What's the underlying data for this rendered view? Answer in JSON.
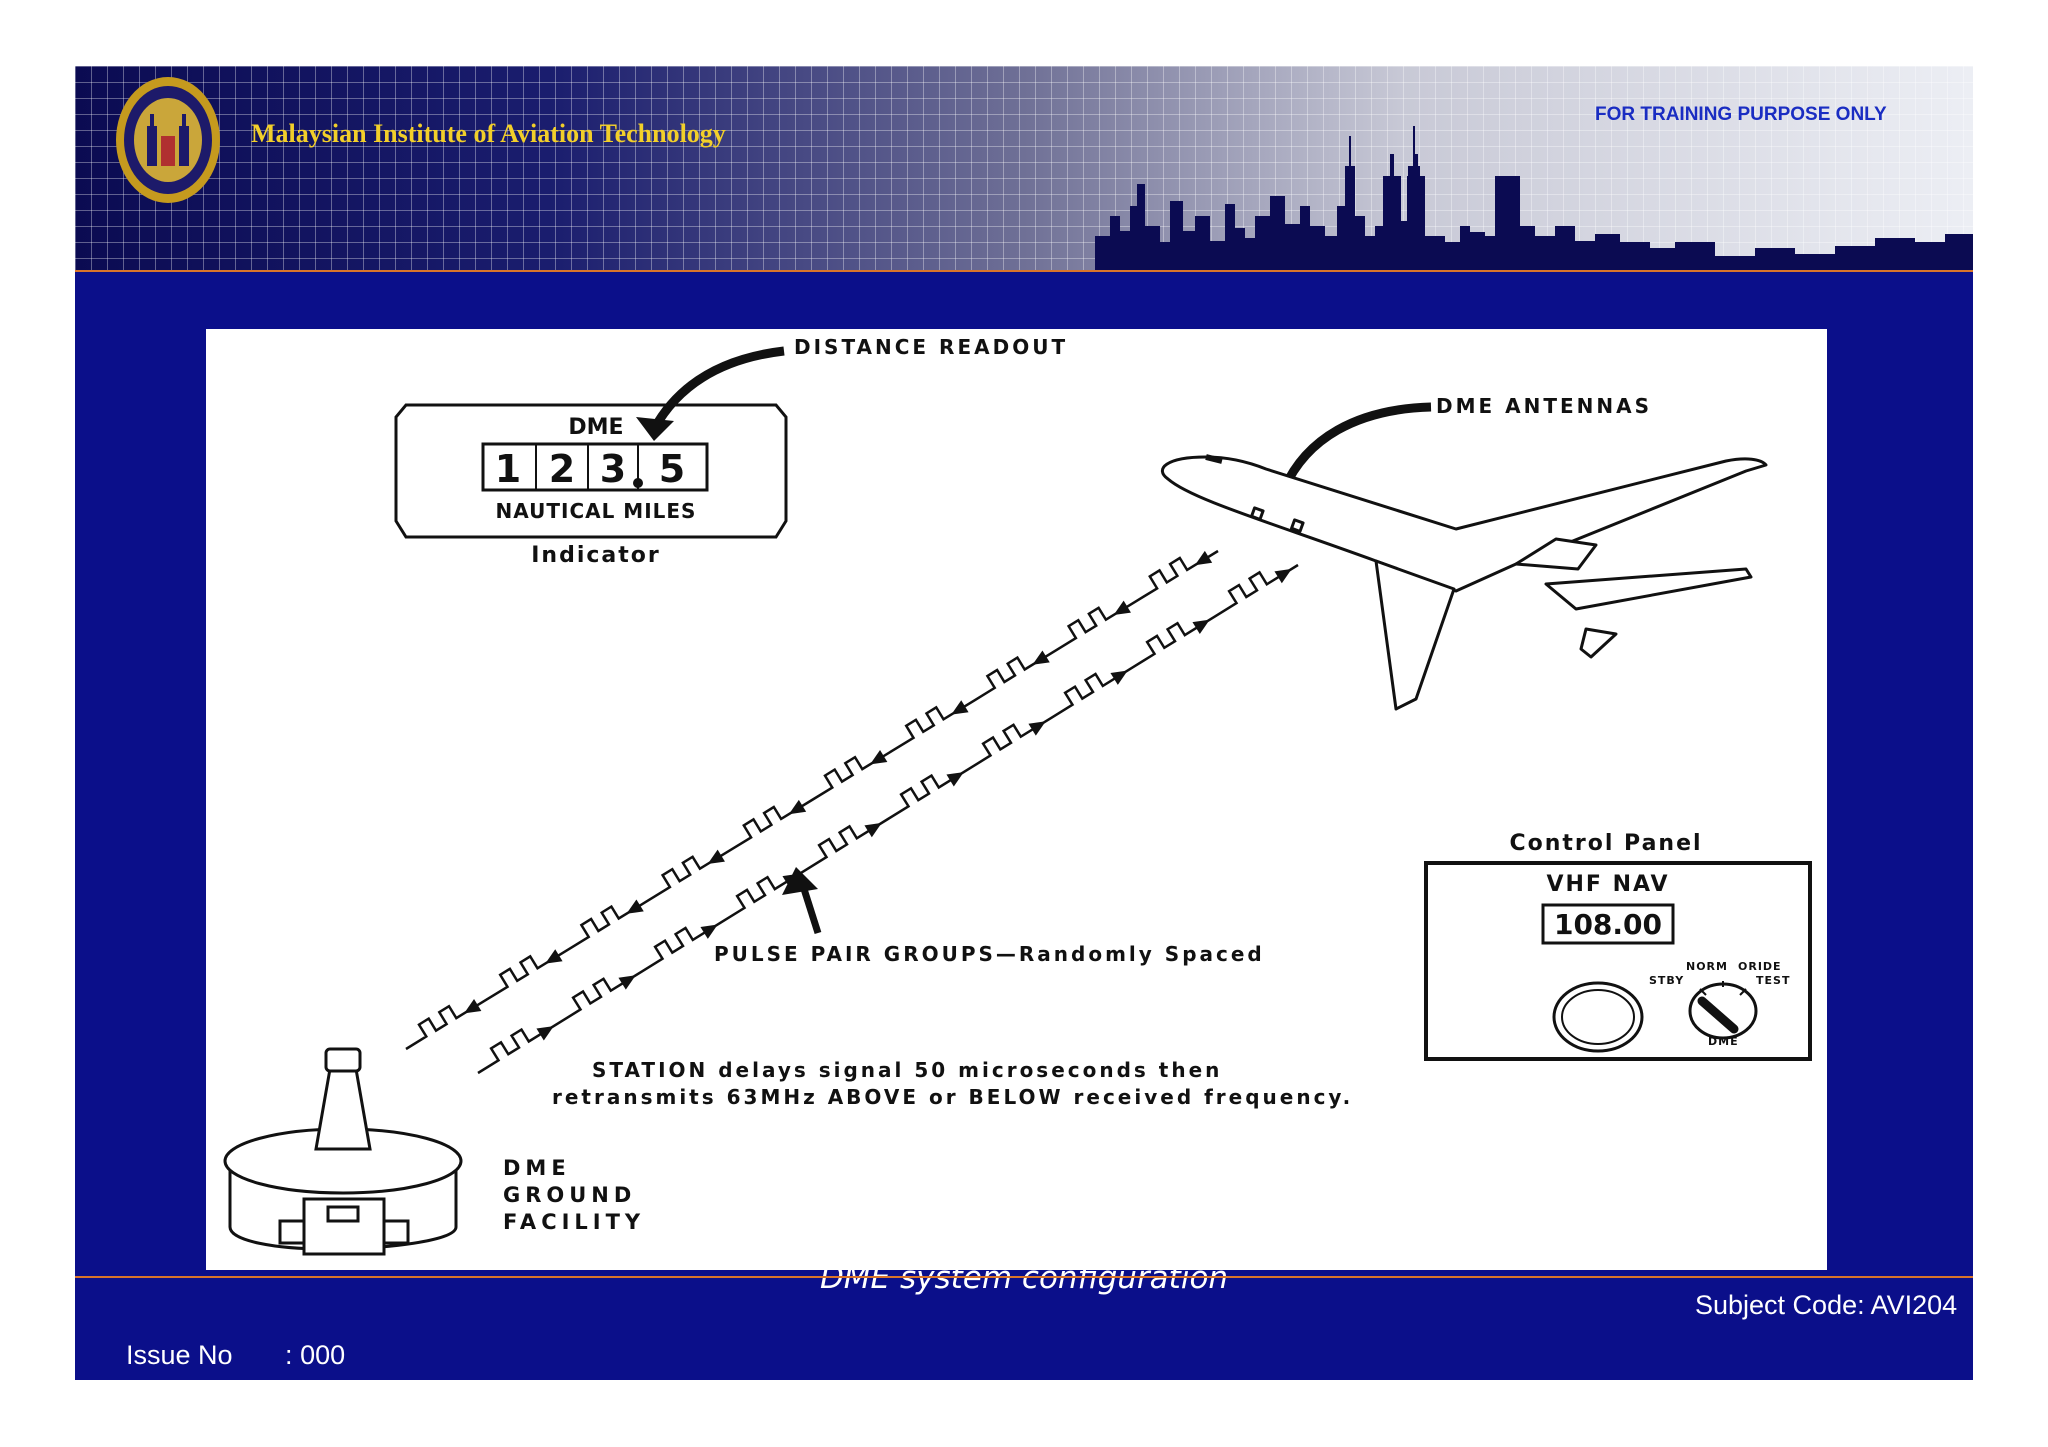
{
  "header": {
    "institute_name": "Malaysian Institute of Aviation Technology",
    "training_notice": "FOR TRAINING PURPOSE ONLY"
  },
  "diagram": {
    "distance_readout_label": "DISTANCE READOUT",
    "indicator": {
      "name": "DME",
      "digits": [
        "1",
        "2",
        "3",
        "5"
      ],
      "units": "NAUTICAL MILES",
      "caption": "Indicator"
    },
    "antennas_label": "DME ANTENNAS",
    "pulse_label": "PULSE PAIR GROUPS—Randomly Spaced",
    "station_note_line1": "STATION delays signal 50 microseconds then",
    "station_note_line2": "retransmits 63MHz ABOVE or BELOW received frequency.",
    "ground_facility_lines": [
      "DME",
      "GROUND",
      "FACILITY"
    ],
    "control_panel": {
      "title": "Control Panel",
      "mode": "VHF  NAV",
      "frequency": "108.00",
      "switch_positions": [
        "NORM",
        "ORIDE",
        "STBY",
        "TEST",
        "DME"
      ]
    }
  },
  "caption": "DME system configuration",
  "footer": {
    "subject_code": "Subject Code: AVI204",
    "issue": "Issue No       : 000"
  },
  "colors": {
    "slide_background": "#0b0f8a",
    "accent_line": "#d9742a",
    "title_gold": "#f2cf2a",
    "notice_blue": "#1a2dc2"
  }
}
